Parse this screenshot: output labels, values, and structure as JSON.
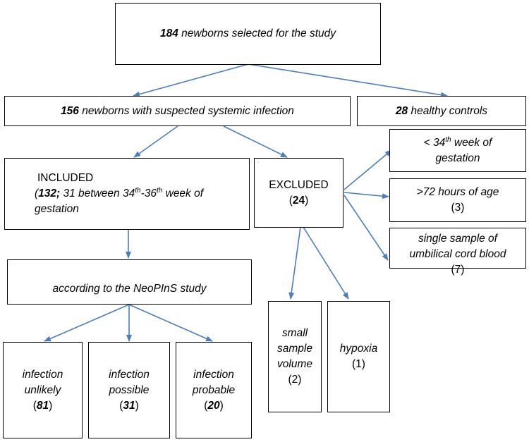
{
  "root": {
    "count": "184",
    "text": " newborns selected for the study"
  },
  "suspected": {
    "count": "156",
    "text": " newborns with suspected systemic infection"
  },
  "controls": {
    "count": "28",
    "text": " healthy controls"
  },
  "included": {
    "title": "INCLUDED",
    "open": "(",
    "count": "132;",
    "text_a": " 31 between 34",
    "sup_a": "th",
    "text_b": "-36",
    "sup_b": "th",
    "text_c": " week of",
    "line2": "gestation"
  },
  "excluded": {
    "title": "EXCLUDED",
    "open": "(",
    "count": "24",
    "close": ")"
  },
  "exclusions": {
    "preterm": {
      "line1a": "< 34",
      "sup": "th",
      "line1b": " week of",
      "line2": "gestation"
    },
    "age": {
      "label": ">72 hours of age",
      "value": "(3)"
    },
    "cord": {
      "line1": "single sample of",
      "line2": "umbilical cord blood",
      "value": "(7)"
    },
    "volume": {
      "line1": "small",
      "line2": "sample",
      "line3": "volume",
      "value": "(2)"
    },
    "hypoxia": {
      "label": "hypoxia",
      "value": "(1)"
    }
  },
  "neopins": {
    "label": "according to the NeoPInS study"
  },
  "outcomes": {
    "unlikely": {
      "line1": "infection",
      "line2": "unlikely",
      "open": "(",
      "count": "81",
      "close": ")"
    },
    "possible": {
      "line1": "infection",
      "line2": "possible",
      "open": "(",
      "count": "31",
      "close": ")"
    },
    "probable": {
      "line1": "infection",
      "line2": "probable",
      "open": "(",
      "count": "20",
      "close": ")"
    }
  },
  "colors": {
    "arrow": "#4a7ebf",
    "border": "#000000"
  }
}
